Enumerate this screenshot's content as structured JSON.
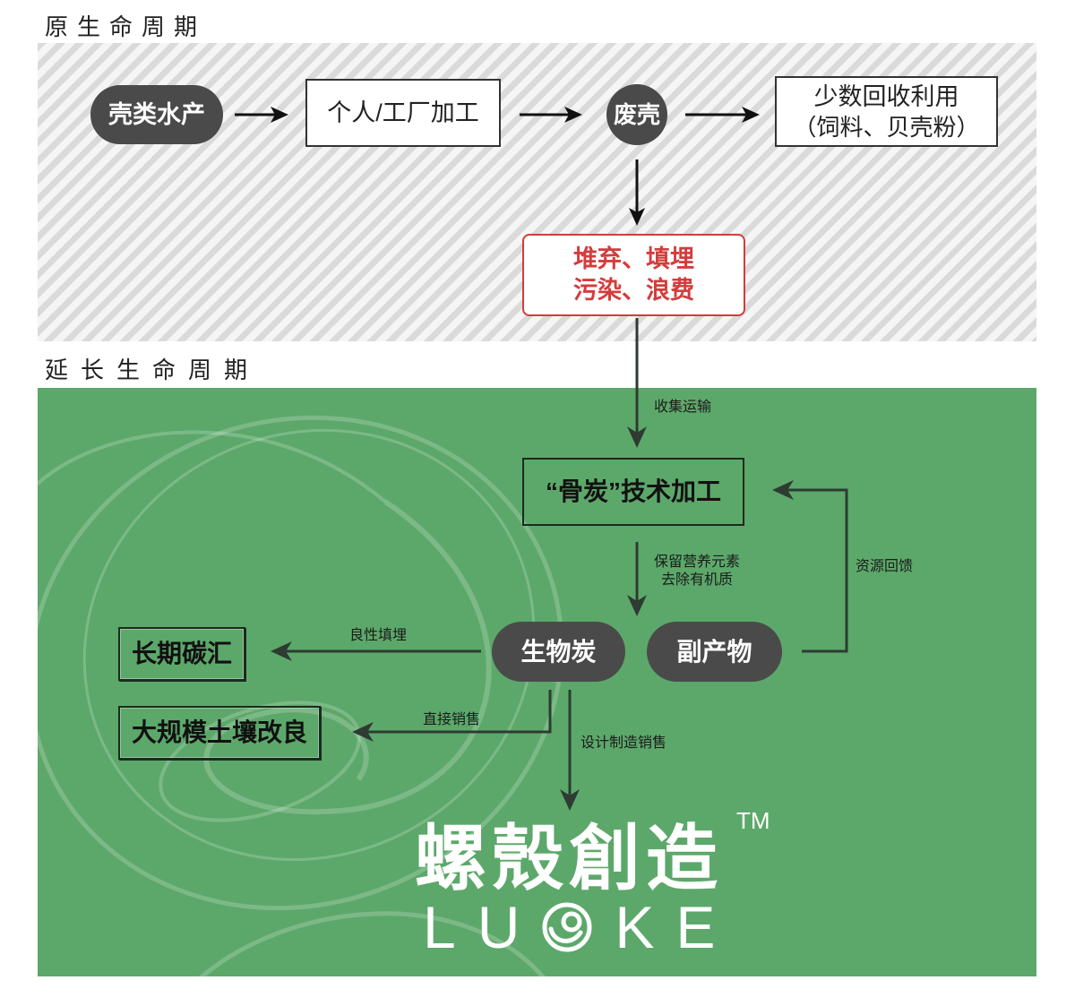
{
  "sections": {
    "original_title": "原生命周期",
    "extended_title": "延长生命周期"
  },
  "original_flow": {
    "shellfish": "壳类水产",
    "processing": "个人/工厂加工",
    "waste_shell": "废壳",
    "recycling": [
      "少数回收利用",
      "（饲料、贝壳粉）"
    ],
    "disposal": [
      "堆弃、填埋",
      "污染、浪费"
    ]
  },
  "extended_flow": {
    "bone_char_processing": "“骨炭”技术加工",
    "biochar": "生物炭",
    "byproduct": "副产物",
    "carbon_sink": "长期碳汇",
    "soil_improvement": "大规模土壤改良"
  },
  "edge_labels": {
    "collect_transport": "收集运输",
    "retain_nutrients": "保留营养元素",
    "remove_organics": "去除有机质",
    "resource_feedback": "资源回馈",
    "benign_landfill": "良性填埋",
    "direct_sale": "直接销售",
    "design_manufacture_sale": "设计制造销售"
  },
  "logo": {
    "name": "螺殼創造",
    "trademark": "TM",
    "latin": "LUOKE"
  },
  "colors": {
    "green_area": "#5ca86a",
    "dark_node": "#4a4a4a",
    "alert_red": "#d43c3c",
    "line_dark": "#2e3b31"
  }
}
